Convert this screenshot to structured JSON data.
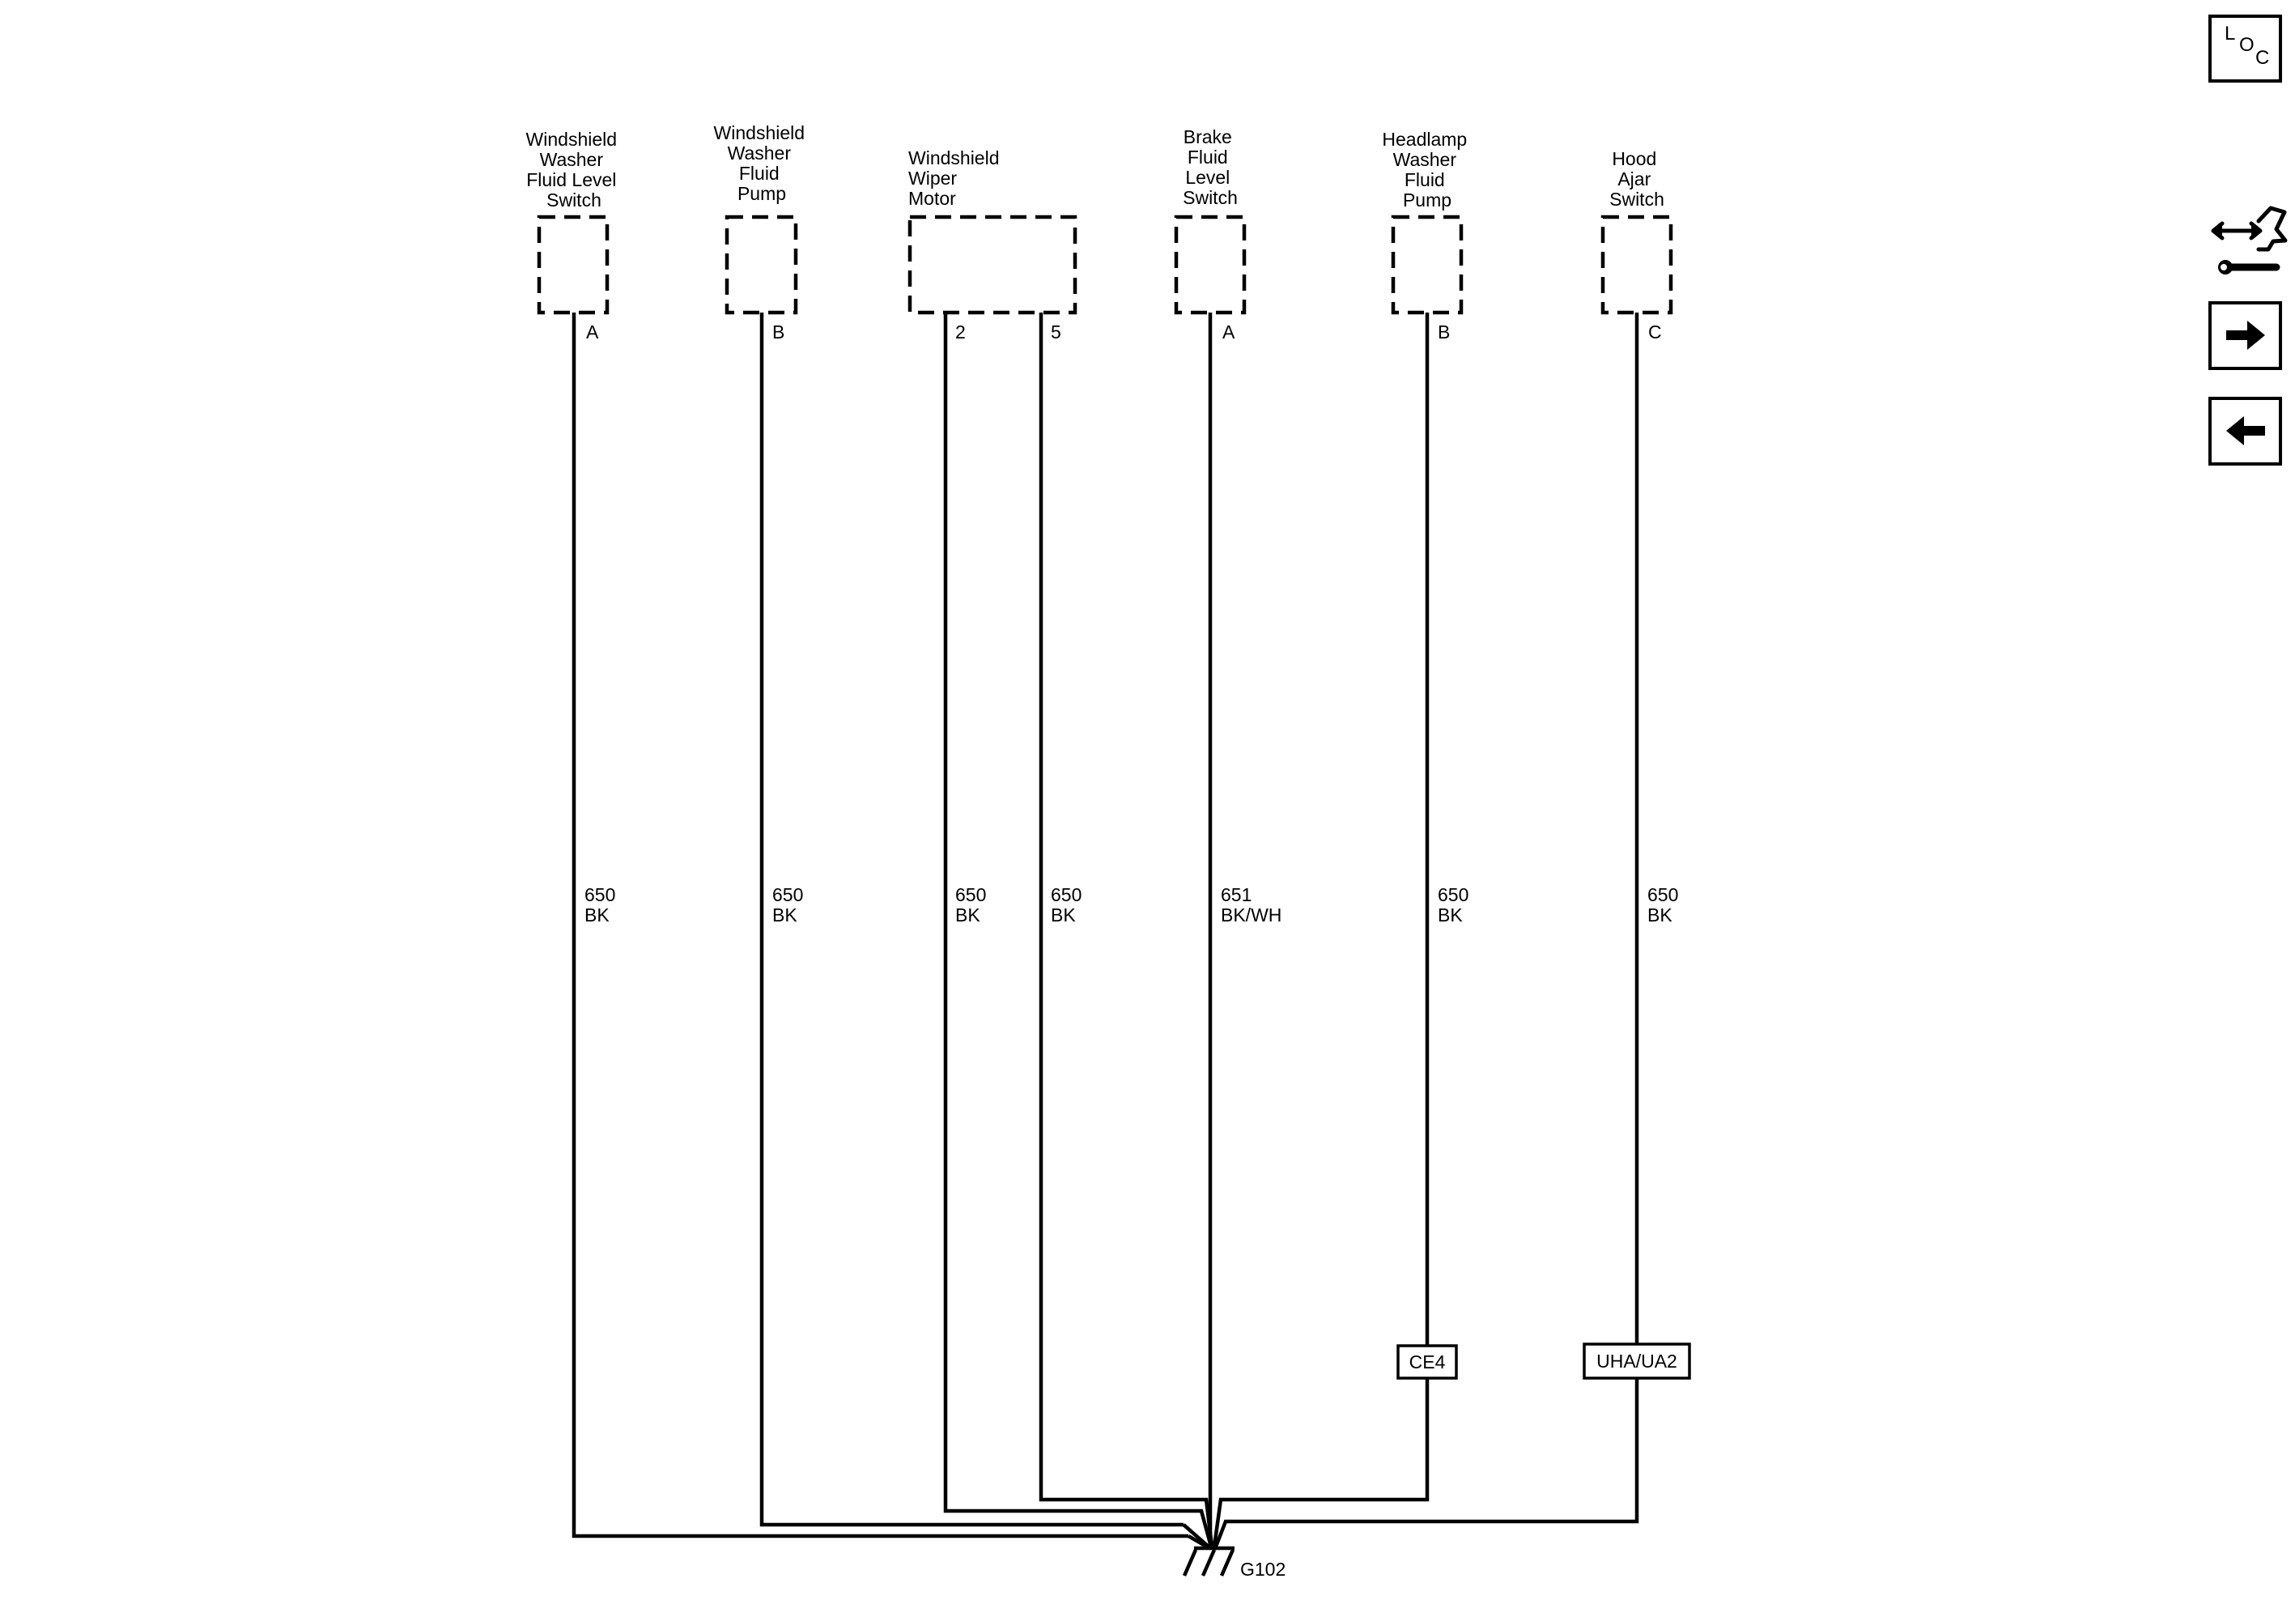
{
  "components": [
    {
      "id": "c1",
      "name_lines": [
        "Windshield",
        "Washer",
        "Fluid Level",
        "Switch"
      ],
      "pins": [
        "A"
      ]
    },
    {
      "id": "c2",
      "name_lines": [
        "Windshield",
        "Washer",
        "Fluid",
        "Pump"
      ],
      "pins": [
        "B"
      ]
    },
    {
      "id": "c3",
      "name_lines": [
        "Windshield",
        "Wiper",
        "Motor"
      ],
      "pins": [
        "2",
        "5"
      ]
    },
    {
      "id": "c4",
      "name_lines": [
        "Brake",
        "Fluid",
        "Level",
        "Switch"
      ],
      "pins": [
        "A"
      ]
    },
    {
      "id": "c5",
      "name_lines": [
        "Headlamp",
        "Washer",
        "Fluid",
        "Pump"
      ],
      "pins": [
        "B"
      ]
    },
    {
      "id": "c6",
      "name_lines": [
        "Hood",
        "Ajar",
        "Switch"
      ],
      "pins": [
        "C"
      ]
    }
  ],
  "wires": [
    {
      "circuit": "650",
      "color": "BK"
    },
    {
      "circuit": "650",
      "color": "BK"
    },
    {
      "circuit": "650",
      "color": "BK"
    },
    {
      "circuit": "650",
      "color": "BK"
    },
    {
      "circuit": "651",
      "color": "BK/WH"
    },
    {
      "circuit": "650",
      "color": "BK"
    },
    {
      "circuit": "650",
      "color": "BK"
    }
  ],
  "options": [
    "CE4",
    "UHA/UA2"
  ],
  "ground": {
    "label": "G102"
  },
  "nav": {
    "loc_letters": [
      "L",
      "O",
      "C"
    ],
    "icons": [
      "loc-icon",
      "tools-icon",
      "next-arrow-icon",
      "previous-arrow-icon"
    ]
  }
}
